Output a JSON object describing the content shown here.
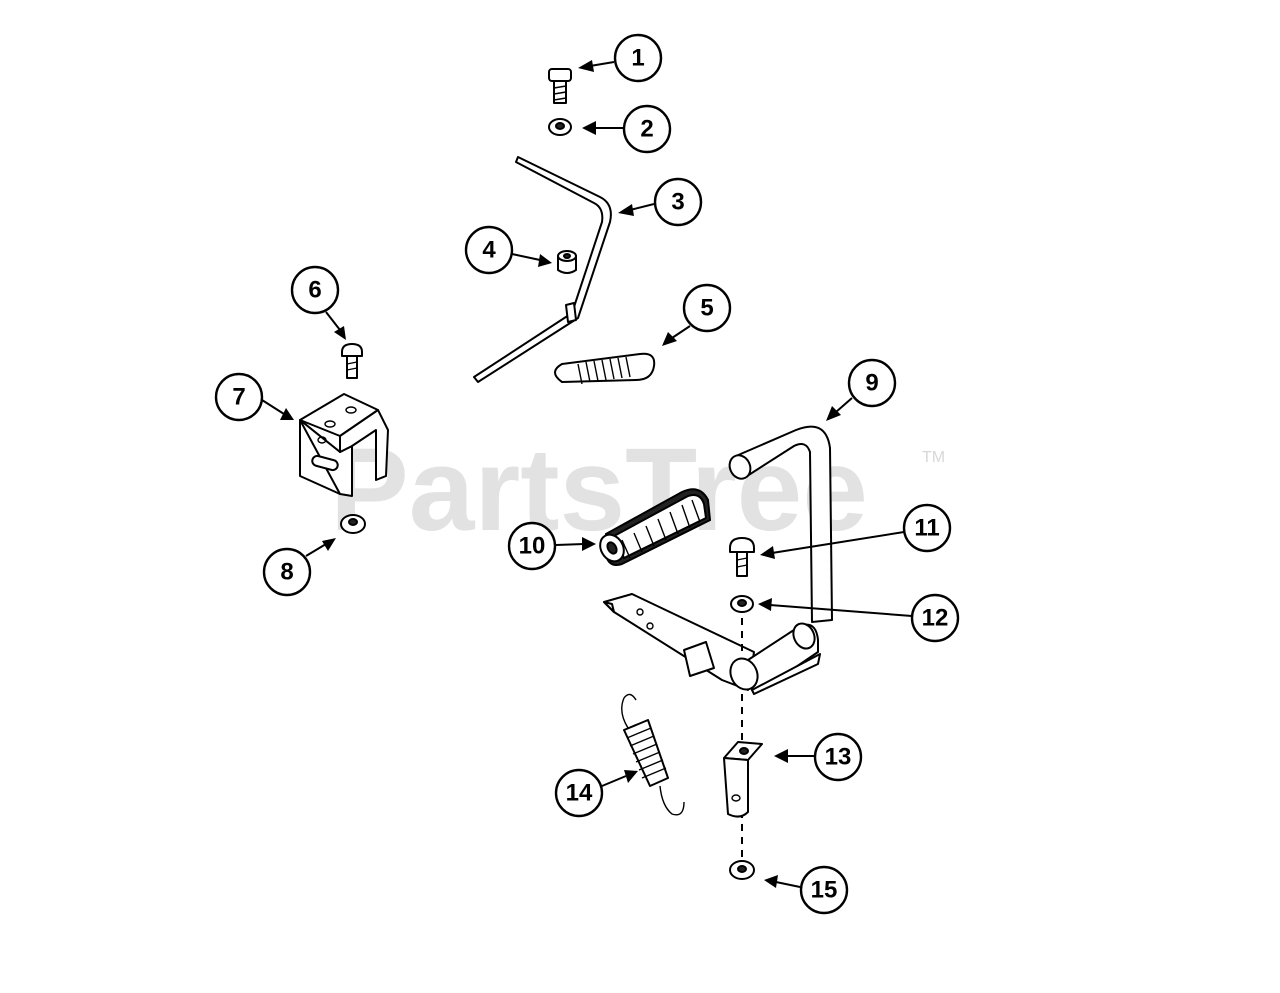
{
  "watermark": {
    "text": "PartsTree",
    "trademark": "TM"
  },
  "callouts": [
    {
      "id": "1",
      "label": "1"
    },
    {
      "id": "2",
      "label": "2"
    },
    {
      "id": "3",
      "label": "3"
    },
    {
      "id": "4",
      "label": "4"
    },
    {
      "id": "5",
      "label": "5"
    },
    {
      "id": "6",
      "label": "6"
    },
    {
      "id": "7",
      "label": "7"
    },
    {
      "id": "8",
      "label": "8"
    },
    {
      "id": "9",
      "label": "9"
    },
    {
      "id": "10",
      "label": "10"
    },
    {
      "id": "11",
      "label": "11"
    },
    {
      "id": "12",
      "label": "12"
    },
    {
      "id": "13",
      "label": "13"
    },
    {
      "id": "14",
      "label": "14"
    },
    {
      "id": "15",
      "label": "15"
    }
  ]
}
